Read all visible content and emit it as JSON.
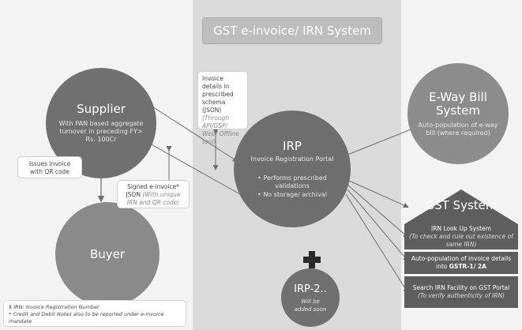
{
  "title": "GST e-invoice/ IRN System",
  "nodes": {
    "supplier": {
      "title": "Supplier",
      "body": "With PAN based aggregate turnover in preceding FY> Rs. 100Cr"
    },
    "buyer": {
      "title": "Buyer"
    },
    "irp": {
      "title": "IRP",
      "subtitle": "Invoice Registration Portal",
      "bullets": [
        "Performs prescribed validations",
        "No storage/ archival"
      ]
    },
    "ewb": {
      "title": "E-Way Bill System",
      "body": "Auto-population of e-way bill (where required)"
    },
    "irp2": {
      "title": "IRP-2..",
      "body": "Will be added soon"
    }
  },
  "callouts": {
    "invoice_details": {
      "text": "Invoice details in prescribed schema (JSON)",
      "note": "(Through API/GSP/ Web/ Offline tool)"
    },
    "issues_invoice": {
      "text": "Issues invoice with QR code"
    },
    "signed_einvoice": {
      "text": "Signed e-invoice* JSON",
      "note": "(With unique IRN and QR code)"
    }
  },
  "gst_system": {
    "title": "GST System",
    "boxes": [
      {
        "text": "IRN Look Up System",
        "note": "(To check and rule out existence of same IRN)"
      },
      {
        "text": "Auto-population of invoice details into",
        "bold": "GSTR-1/ 2A"
      },
      {
        "text": "Search IRN Facility on GST Portal",
        "note": "(To verify authenticity of IRN)"
      }
    ]
  },
  "footnotes": [
    "$ IRN: Invoice Registration Number",
    "* Credit and Debit Notes also to be reported under e-invoice mandate"
  ],
  "colors": {
    "background": "#f3f3f3",
    "center_band": "#dadada",
    "node_dark": "#6e6e6e",
    "gst_box": "#5e5e5e",
    "connector": "#6e6e6e"
  }
}
